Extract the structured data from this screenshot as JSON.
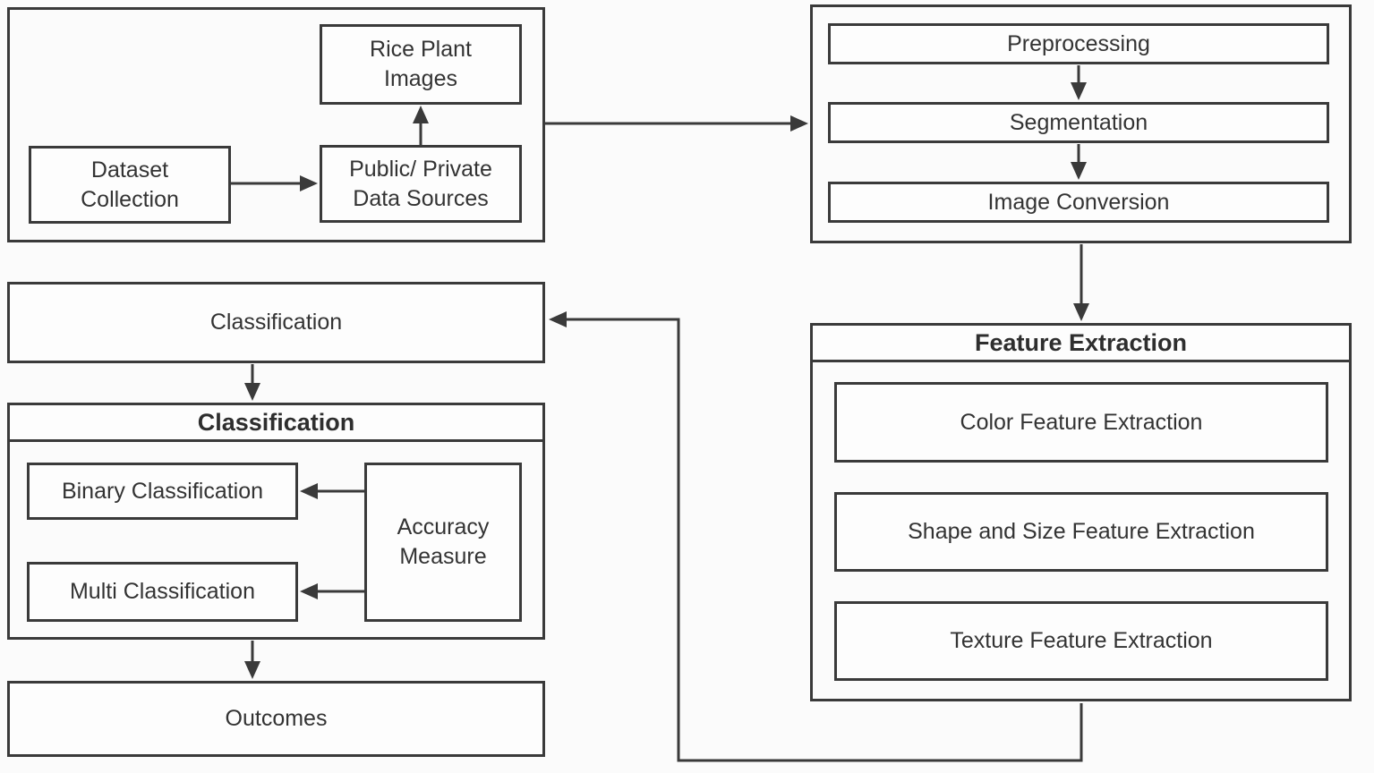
{
  "diagram": {
    "nodes": {
      "rice_plant_images": "Rice Plant Images",
      "dataset_collection": "Dataset Collection",
      "public_private_data_sources": "Public/ Private Data Sources",
      "preprocessing": "Preprocessing",
      "segmentation": "Segmentation",
      "image_conversion": "Image Conversion",
      "feature_extraction_title": "Feature Extraction",
      "color_feature_extraction": "Color Feature Extraction",
      "shape_size_feature_extraction": "Shape and Size Feature Extraction",
      "texture_feature_extraction": "Texture Feature Extraction",
      "classification_stage": "Classification",
      "classification_group_title": "Classification",
      "binary_classification": "Binary Classification",
      "multi_classification": "Multi Classification",
      "accuracy_measure": "Accuracy Measure",
      "outcomes": "Outcomes"
    },
    "colors": {
      "line": "#3a3a3a",
      "text": "#303030",
      "background": "#fbfbfb"
    }
  }
}
